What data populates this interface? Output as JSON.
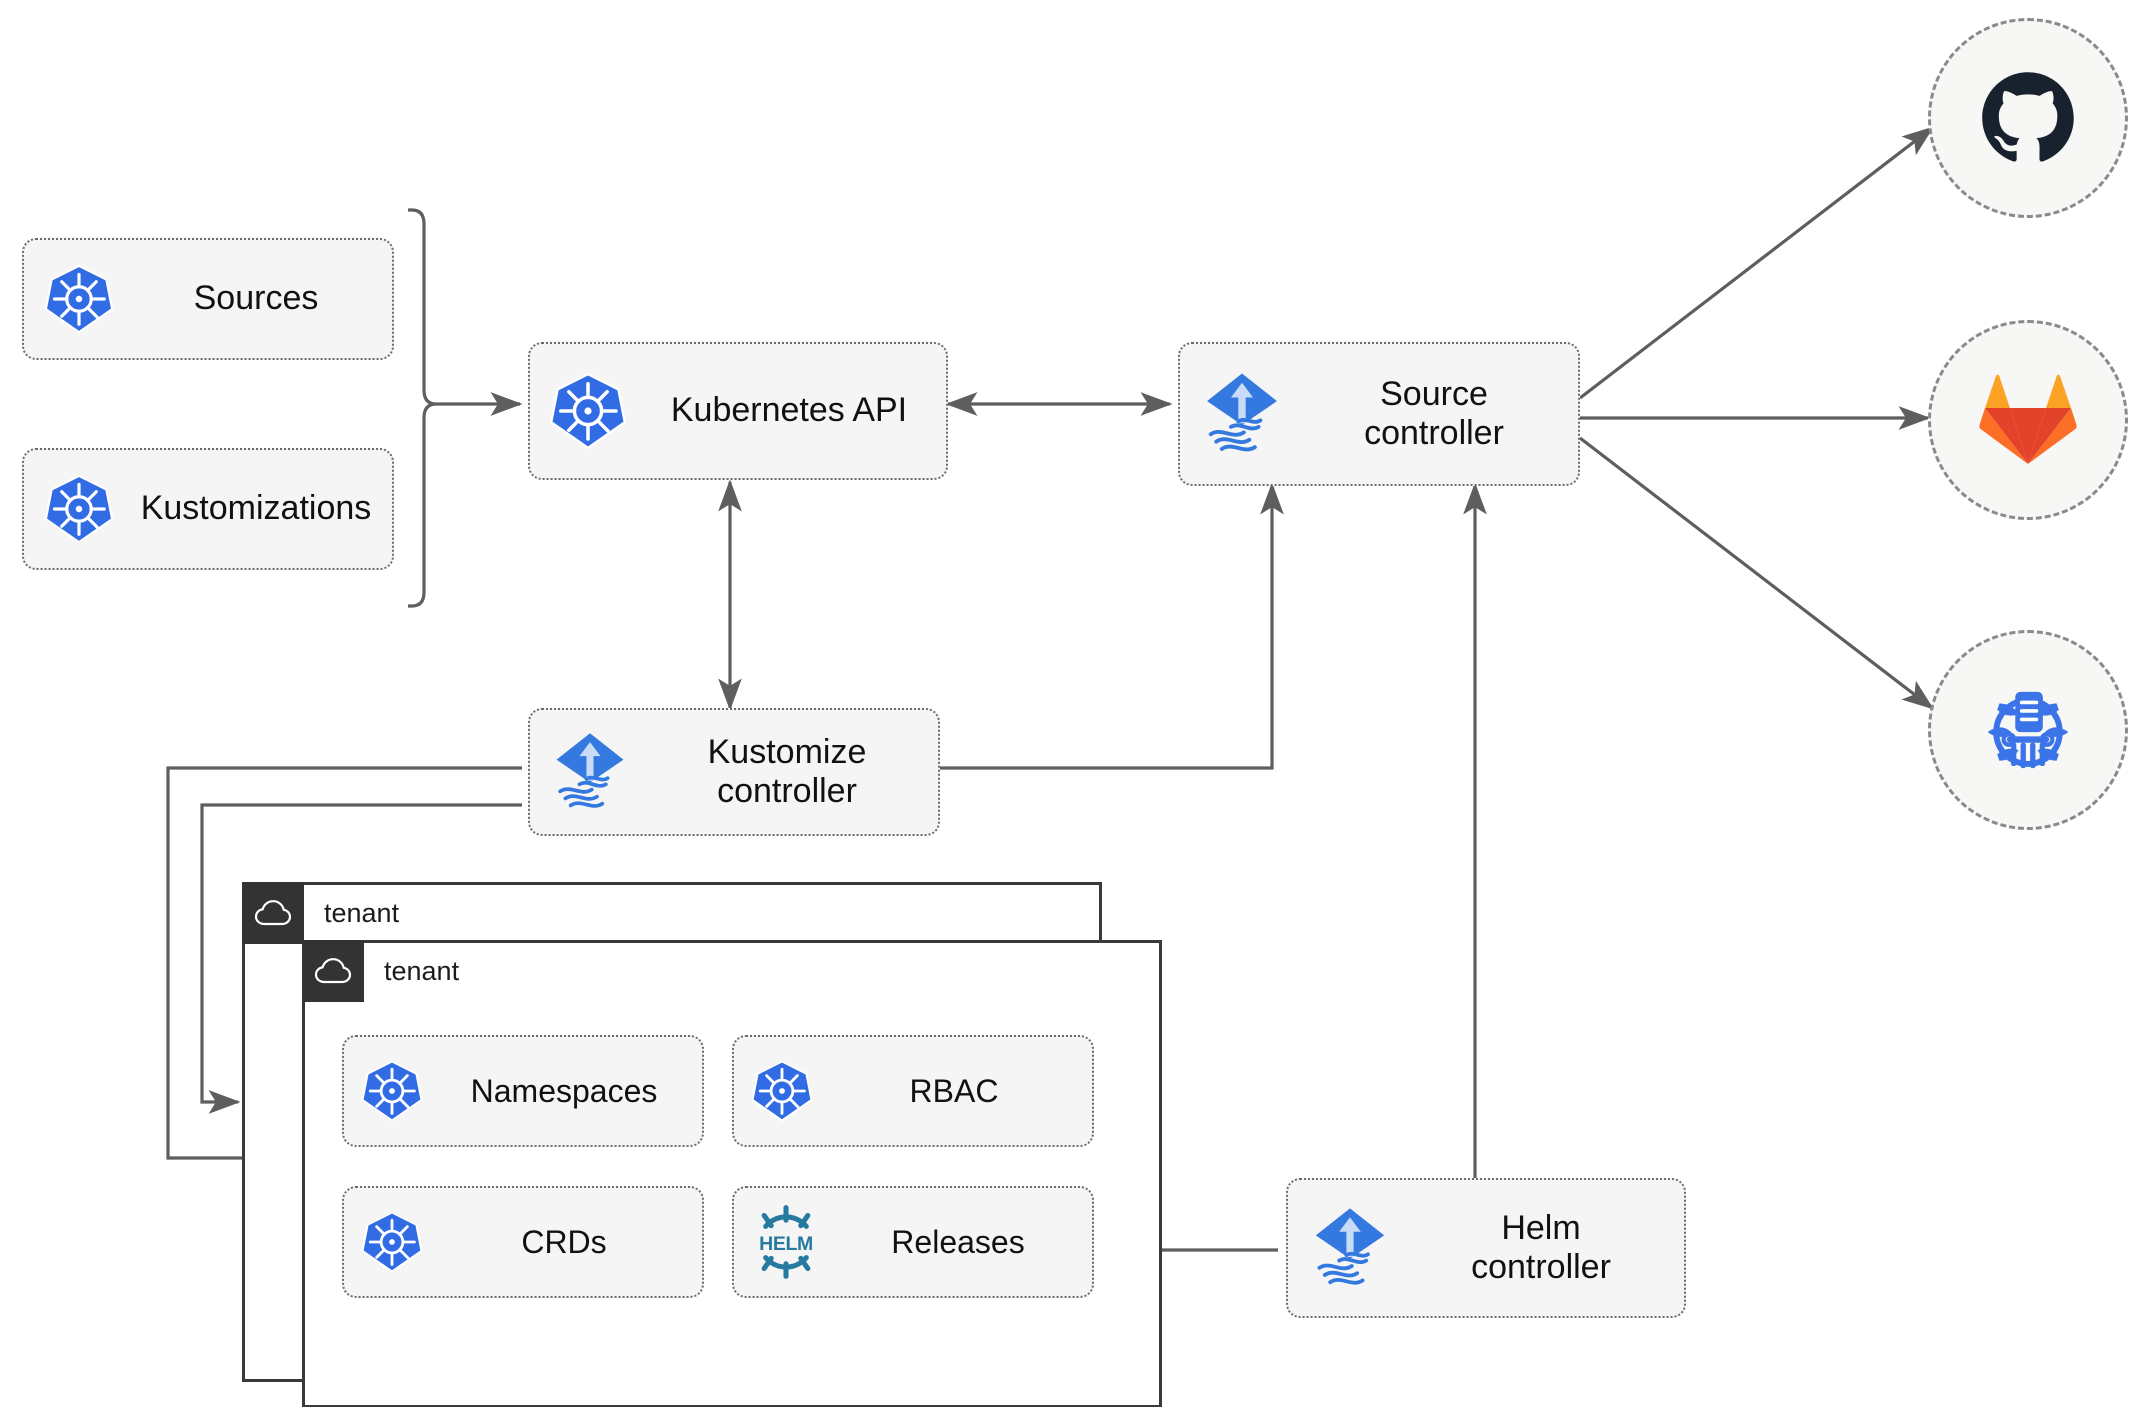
{
  "diagram": {
    "title": "Flux GitOps Toolkit architecture",
    "type": "architecture-diagram",
    "colors": {
      "kubernetes_blue": "#326CE5",
      "flux_blue": "#3479E0",
      "helm_teal": "#277A9F",
      "github_dark": "#17222E",
      "gitlab_orange": "#E24329",
      "gitlab_light_orange": "#FCA326",
      "edge_gray": "#5e5e5e",
      "node_fill": "#f5f5f5",
      "node_border": "#6b6b6b",
      "tenant_border": "#3a3a3a",
      "tenant_badge": "#333333"
    }
  },
  "nodes": {
    "sources": {
      "label": "Sources",
      "icon": "kubernetes-icon"
    },
    "kustomizations": {
      "label": "Kustomizations",
      "icon": "kubernetes-icon"
    },
    "kubernetes_api": {
      "label": "Kubernetes API",
      "icon": "kubernetes-icon"
    },
    "source_controller": {
      "label": "Source\ncontroller",
      "icon": "flux-icon"
    },
    "kustomize_controller": {
      "label": "Kustomize\ncontroller",
      "icon": "flux-icon"
    },
    "helm_controller": {
      "label": "Helm\ncontroller",
      "icon": "flux-icon"
    },
    "namespaces": {
      "label": "Namespaces",
      "icon": "kubernetes-icon"
    },
    "rbac": {
      "label": "RBAC",
      "icon": "kubernetes-icon"
    },
    "crds": {
      "label": "CRDs",
      "icon": "kubernetes-icon"
    },
    "releases": {
      "label": "Releases",
      "icon": "helm-icon"
    }
  },
  "providers": [
    {
      "id": "github",
      "icon": "github-icon",
      "name": "GitHub"
    },
    {
      "id": "gitlab",
      "icon": "gitlab-icon",
      "name": "GitLab"
    },
    {
      "id": "helm_repo",
      "icon": "helm-registry-icon",
      "name": "Helm repository"
    }
  ],
  "tenants": [
    {
      "id": "tenant-outer",
      "label": "tenant",
      "icon": "cloud-icon"
    },
    {
      "id": "tenant-inner",
      "label": "tenant",
      "icon": "cloud-icon"
    }
  ],
  "edges": [
    {
      "from": "sources-and-kustomizations",
      "to": "kubernetes_api",
      "style": "bracket-arrow",
      "direction": "one-way"
    },
    {
      "from": "kubernetes_api",
      "to": "source_controller",
      "style": "straight",
      "direction": "two-way"
    },
    {
      "from": "kubernetes_api",
      "to": "kustomize_controller",
      "style": "vertical",
      "direction": "two-way"
    },
    {
      "from": "kustomize_controller",
      "to": "source_controller",
      "style": "elbow",
      "direction": "one-way"
    },
    {
      "from": "helm_controller",
      "to": "source_controller",
      "style": "vertical",
      "direction": "one-way"
    },
    {
      "from": "source_controller",
      "to": "github",
      "style": "diagonal",
      "direction": "one-way"
    },
    {
      "from": "source_controller",
      "to": "gitlab",
      "style": "straight",
      "direction": "one-way"
    },
    {
      "from": "source_controller",
      "to": "helm_repo",
      "style": "diagonal",
      "direction": "one-way"
    },
    {
      "from": "kustomize_controller",
      "to": "tenant-outer",
      "style": "elbow",
      "direction": "one-way"
    },
    {
      "from": "kustomize_controller",
      "to": "tenant-inner",
      "style": "elbow",
      "direction": "one-way"
    },
    {
      "from": "helm_controller",
      "to": "releases",
      "style": "straight",
      "direction": "one-way"
    }
  ]
}
